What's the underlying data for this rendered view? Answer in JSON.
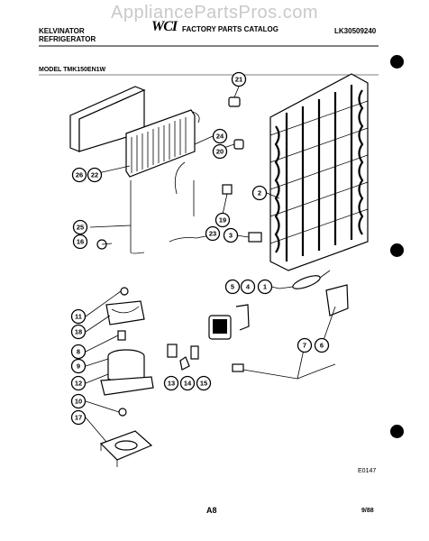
{
  "watermark": "AppliancePartsPros.com",
  "header": {
    "manufacturer_line1": "KELVINATOR",
    "manufacturer_line2": "REFRIGERATOR",
    "logo": "WCI",
    "catalog_title": "FACTORY PARTS CATALOG",
    "catalog_code": "LK30509240",
    "model": "MODEL TMK150EN1W"
  },
  "footer": {
    "ref_code": "E0147",
    "page": "A8",
    "date": "9/88"
  },
  "callouts": [
    "21",
    "24",
    "20",
    "26",
    "22",
    "2",
    "19",
    "25",
    "23",
    "3",
    "16",
    "5",
    "4",
    "1",
    "11",
    "18",
    "8",
    "9",
    "7",
    "6",
    "12",
    "13",
    "14",
    "15",
    "10",
    "17"
  ]
}
